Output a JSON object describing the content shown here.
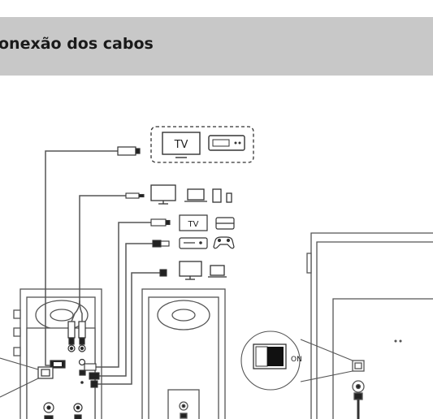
{
  "header": {
    "title": "onexão dos cabos"
  },
  "diagram": {
    "tv_label": "TV",
    "small_tv_label": "TV",
    "switch_label": "ON"
  }
}
